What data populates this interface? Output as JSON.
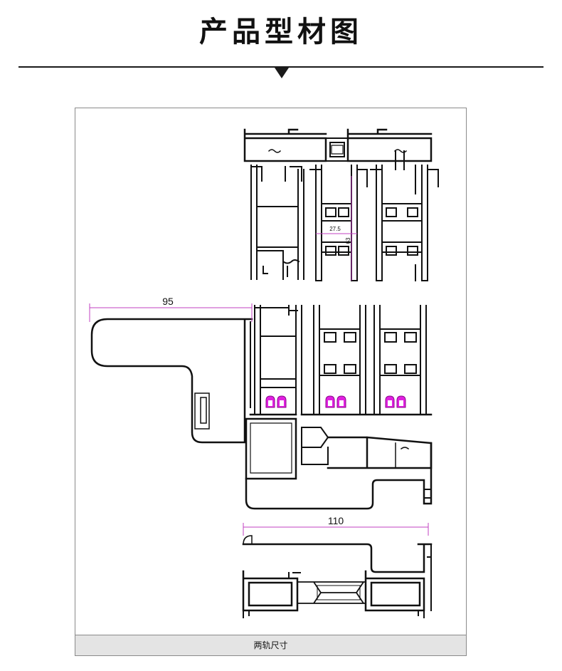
{
  "page": {
    "title": "产品型材图"
  },
  "drawing": {
    "caption": "两轨尺寸",
    "dimensions": {
      "handle_width": "95",
      "bottom_width": "110",
      "mullion_width": "27.5",
      "mullion_depth": "63"
    },
    "colors": {
      "profile_line": "#111111",
      "dimension_line": "#c040c0",
      "gasket_fill": "#e020e0"
    }
  }
}
